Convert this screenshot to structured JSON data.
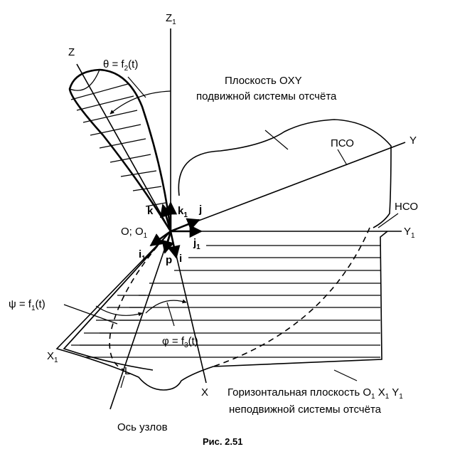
{
  "labels": {
    "z1": "Z",
    "z1_sub": "1",
    "z": "Z",
    "theta": "θ = f",
    "theta_sub": "2",
    "theta_arg": "(t)",
    "plane_oxy_1": "Плоскость OXY",
    "plane_oxy_2": "подвижной системы отсчёта",
    "pso": "ПСО",
    "y": "Y",
    "nso": "НСО",
    "y1": "Y",
    "y1_sub": "1",
    "k": "k",
    "k1": "k",
    "k1_sub": "1",
    "j": "j",
    "j1": "j",
    "j1_sub": "1",
    "origin": "O; O",
    "origin_sub": "1",
    "i1": "i",
    "i1_sub": "1",
    "p": "p",
    "i": "i",
    "psi": "ψ = f",
    "psi_sub": "1",
    "psi_arg": "(t)",
    "phi": "φ = f",
    "phi_sub": "3",
    "phi_arg": "(t)",
    "x1": "X",
    "x1_sub": "1",
    "l": "L",
    "x": "X",
    "horiz_1": "Горизонтальная плоскость O",
    "horiz_1_sub_a": "1",
    "horiz_1_x": " X",
    "horiz_1_sub_b": "1",
    "horiz_1_y": " Y",
    "horiz_1_sub_c": "1",
    "horiz_2": "неподвижной системы отсчёта",
    "nodes_axis": "Ось узлов",
    "caption": "Рис. 2.51"
  }
}
